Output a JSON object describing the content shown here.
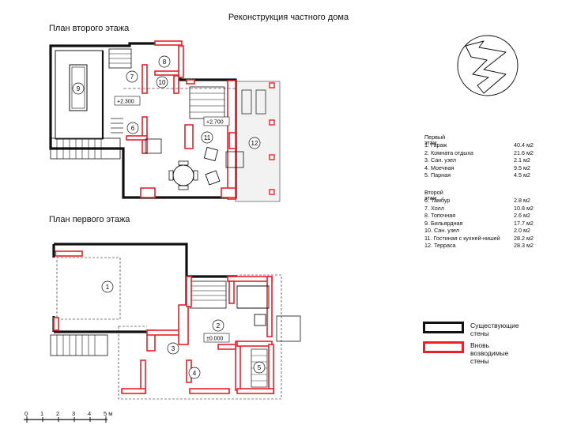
{
  "title": "Реконструкция частного дома",
  "plans": {
    "upper_title": "План второго этажа",
    "lower_title": "План первого этажа",
    "upper_marks": [
      {
        "key": "r7",
        "text": "7"
      },
      {
        "key": "r8",
        "text": "8"
      },
      {
        "key": "r9",
        "text": "9"
      },
      {
        "key": "r10",
        "text": "10"
      },
      {
        "key": "r6",
        "text": "6"
      },
      {
        "key": "r11",
        "text": "11"
      },
      {
        "key": "r12",
        "text": "12"
      }
    ],
    "upper_levels": [
      "+2.300",
      "+2.700"
    ],
    "lower_marks": [
      {
        "key": "r1",
        "text": "1"
      },
      {
        "key": "r2",
        "text": "2"
      },
      {
        "key": "r3",
        "text": "3"
      },
      {
        "key": "r4",
        "text": "4"
      },
      {
        "key": "r5",
        "text": "5"
      }
    ],
    "lower_level": "±0.000"
  },
  "legend": {
    "first_floor": {
      "title": "Первый этаж",
      "rooms": [
        {
          "label": "1.  Гараж",
          "area": "40.4 м2"
        },
        {
          "label": "2.  Комната отдыха",
          "area": "21.6 м2"
        },
        {
          "label": "3.  Сан. узел",
          "area": "2.1  м2"
        },
        {
          "label": "4.  Моечная",
          "area": "9.5  м2"
        },
        {
          "label": "5.  Парная",
          "area": "4.5  м2"
        }
      ]
    },
    "second_floor": {
      "title": "Второй этаж",
      "rooms": [
        {
          "label": "6.  Тамбур",
          "area": "2.8   м2"
        },
        {
          "label": "7.  Холл",
          "area": "10.8 м2"
        },
        {
          "label": "8.  Топочная",
          "area": "2.6   м2"
        },
        {
          "label": "9.  Бильярдная",
          "area": "17.7 м2"
        },
        {
          "label": "10. Сан. узел",
          "area": "2.0   м2"
        },
        {
          "label": "11. Гостиная с кухней-нишей",
          "area": "28.2 м2"
        },
        {
          "label": "12. Терраса",
          "area": "28.3 м2"
        }
      ]
    }
  },
  "wall_legend": {
    "existing": "Существующие стены",
    "new": "Вновь возводимые стены",
    "existing_color": "#111111",
    "new_color": "#e8202a"
  },
  "scale": {
    "labels": [
      "0",
      "1",
      "2",
      "3",
      "4",
      "5 м"
    ]
  }
}
